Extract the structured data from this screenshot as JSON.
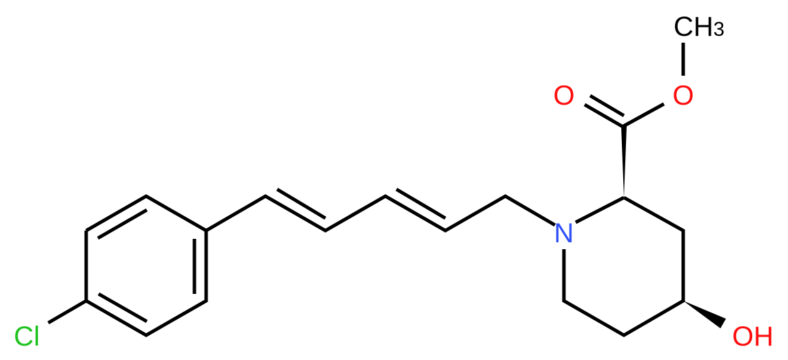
{
  "atoms": {
    "chlorine": {
      "text": "Cl",
      "color": "#1fc31f"
    },
    "nitrogen": {
      "text": "N",
      "color": "#3050f8"
    },
    "carbonyl_oxygen": {
      "text": "O",
      "color": "#ff0d0d"
    },
    "ester_oxygen": {
      "text": "O",
      "color": "#ff0d0d"
    },
    "methyl": {
      "text": "CH",
      "subscript": "3",
      "color": "#000000"
    },
    "hydroxyl": {
      "text": "OH",
      "color": "#ff0d0d"
    }
  },
  "bond_color": "#000000"
}
